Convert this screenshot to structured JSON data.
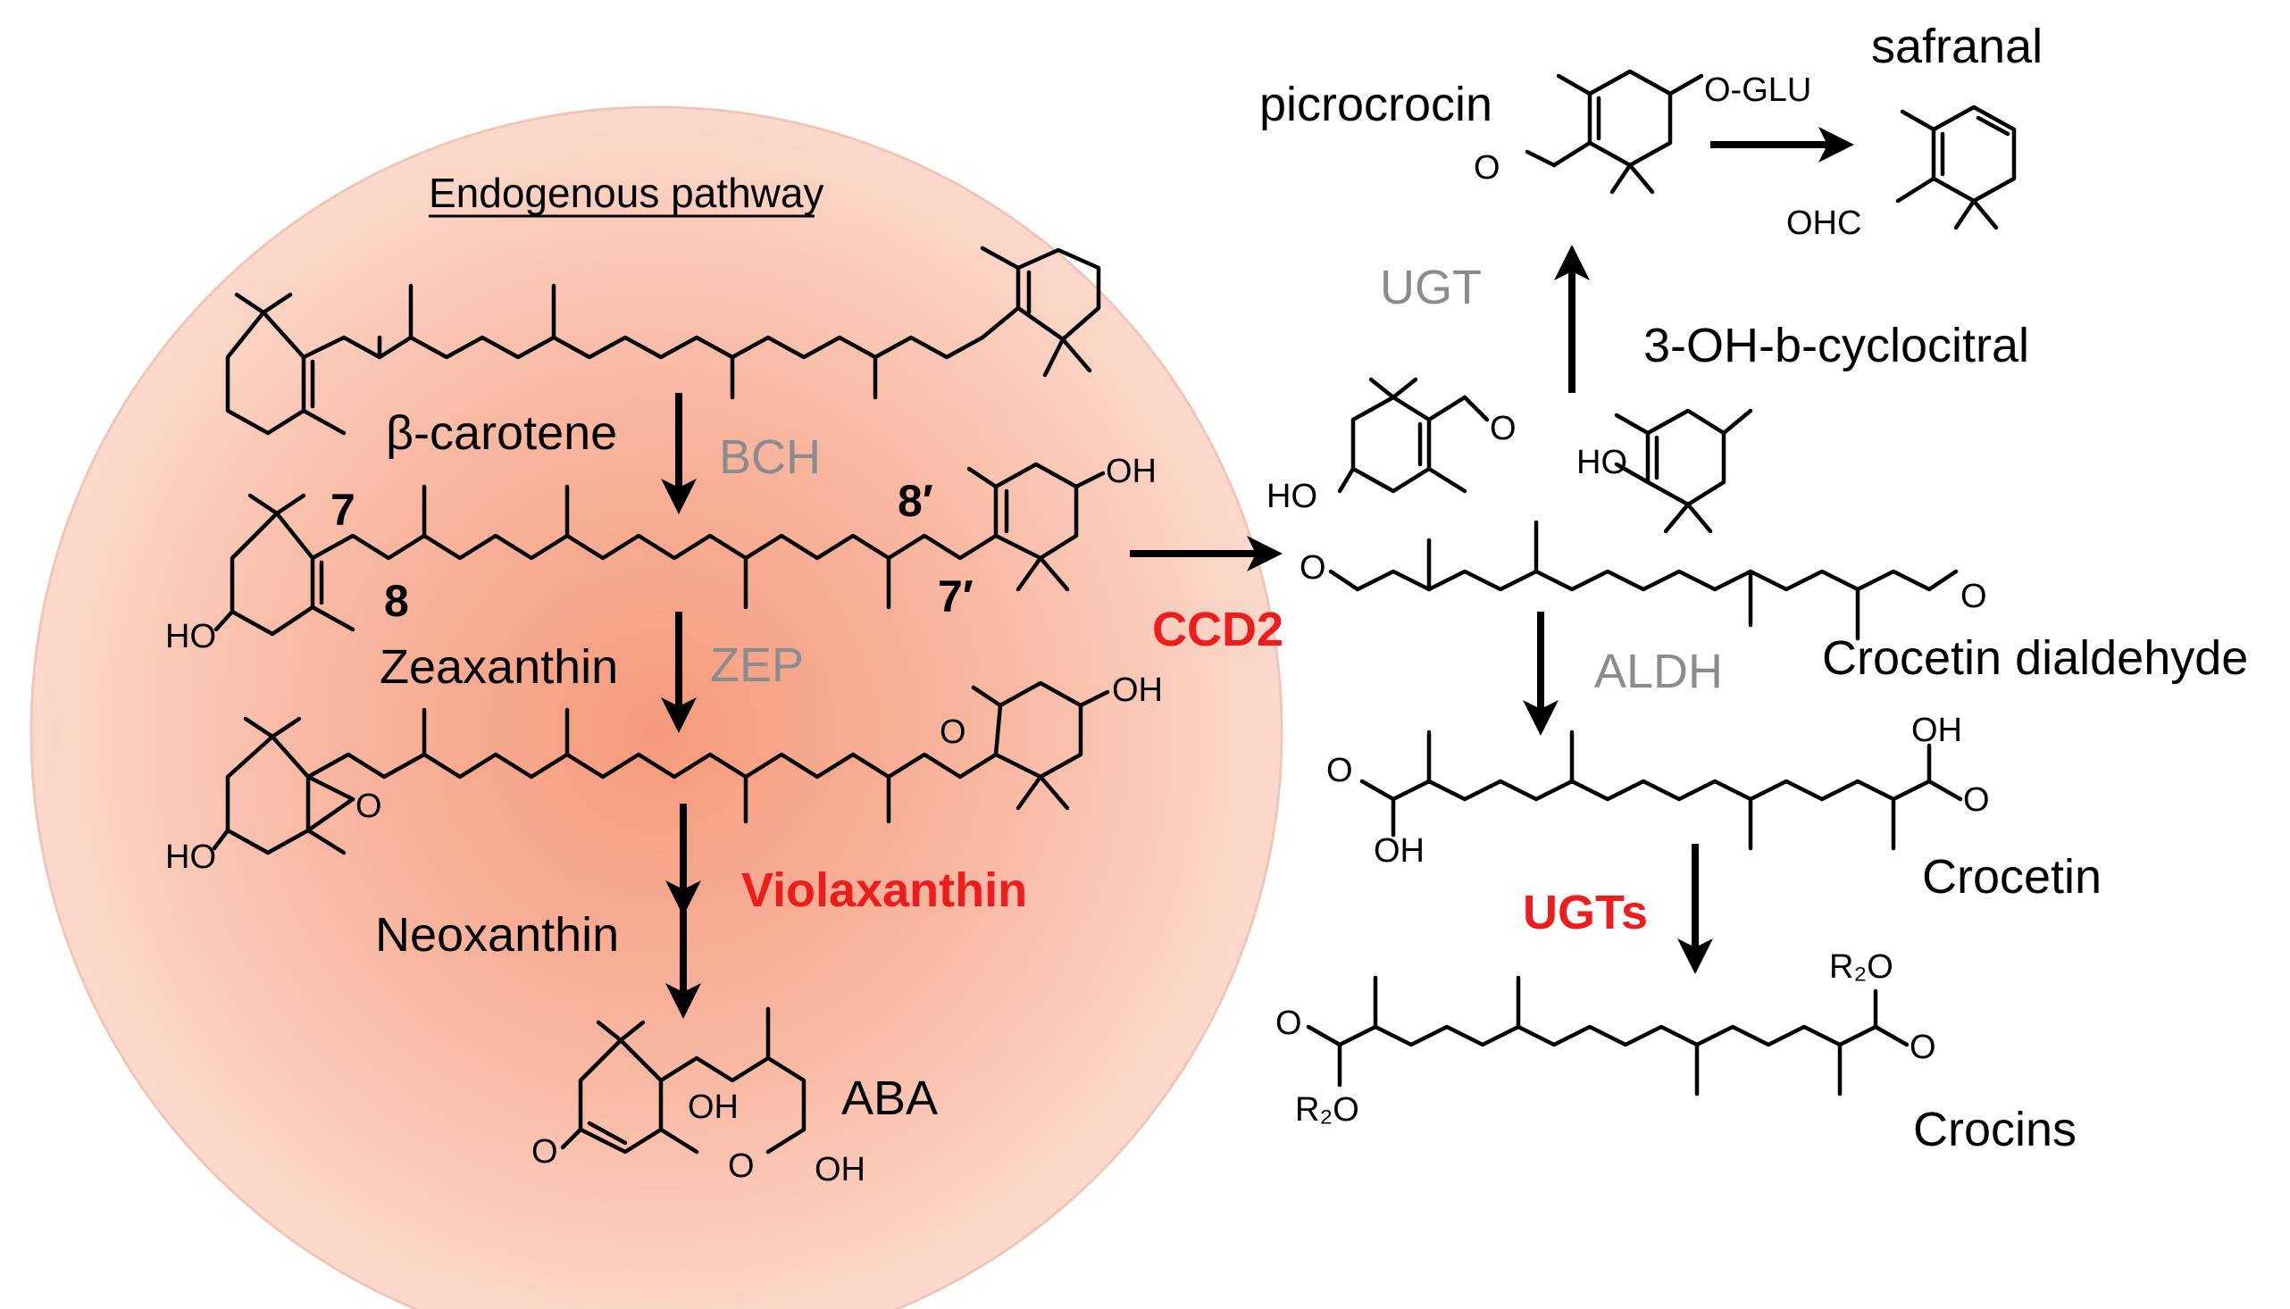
{
  "colors": {
    "circle_fill_center": "#f59a7c",
    "circle_fill_edge": "#fbd9cc",
    "enzyme_grey": "#8c8c8c",
    "enzyme_red": "#ee1c1c",
    "text": "#000000"
  },
  "endogenous": {
    "title": "Endogenous pathway",
    "beta_carotene": "β-carotene",
    "bch": "BCH",
    "zeaxanthin": "Zeaxanthin",
    "zep": "ZEP",
    "violaxanthin": "Violaxanthin",
    "neoxanthin": "Neoxanthin",
    "aba": "ABA",
    "pos_7": "7",
    "pos_8": "8",
    "pos_8p": "8′",
    "pos_7p": "7′"
  },
  "cleavage": {
    "ccd2": "CCD2",
    "crocetin_dialdehyde": "Crocetin dialdehyde",
    "aldh": "ALDH",
    "crocetin": "Crocetin",
    "ugts": "UGTs",
    "crocins": "Crocins",
    "hydroxy_cyclocitral": "3-OH-b-cyclocitral",
    "ugt": "UGT",
    "picrocrocin": "picrocrocin",
    "safranal": "safranal"
  },
  "atoms": {
    "oh": "OH",
    "ho": "HO",
    "o": "O",
    "ohc": "OHC",
    "o_glu": "O-GLU",
    "r2o": "R₂O"
  },
  "icons": {
    "reaction_arrow": "arrow-icon",
    "bond_structure": "molecule-structure-icon"
  }
}
